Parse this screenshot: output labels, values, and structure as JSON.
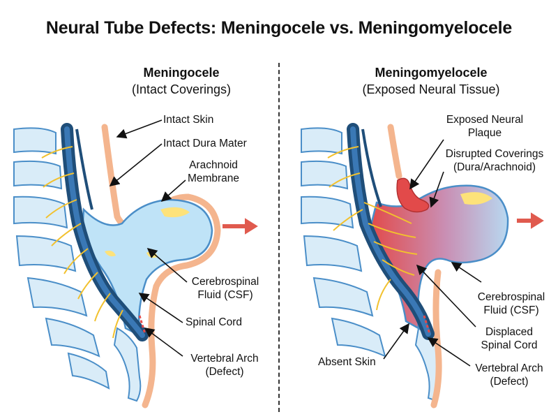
{
  "title": "Neural Tube Defects: Meningocele vs. Meningomyelocele",
  "left": {
    "title": "Meningocele",
    "subtitle": "(Intact Coverings)",
    "labels": {
      "intact_skin": "Intact Skin",
      "intact_dura": "Intact Dura Mater",
      "arachnoid_1": "Arachnoid",
      "arachnoid_2": "Membrane",
      "csf_1": "Cerebrospinal",
      "csf_2": "Fluid (CSF)",
      "spinal_cord": "Spinal Cord",
      "arch_1": "Vertebral Arch",
      "arch_2": "(Defect)"
    }
  },
  "right": {
    "title": "Meningomyelocele",
    "subtitle": "(Exposed Neural Tissue)",
    "labels": {
      "plaque_1": "Exposed Neural",
      "plaque_2": "Plaque",
      "disrupted_1": "Disrupted Coverings",
      "disrupted_2": "(Dura/Arachnoid)",
      "csf_1": "Cerebrospinal",
      "csf_2": "Fluid (CSF)",
      "displaced_1": "Displaced",
      "displaced_2": "Spinal Cord",
      "absent_skin": "Absent Skin",
      "arch_1": "Vertebral Arch",
      "arch_2": "(Defect)"
    }
  },
  "colors": {
    "skin": "#f4b58e",
    "cord": "#1f4e79",
    "csf": "#bfe3f7",
    "bone": "#d9ecf8",
    "nerve": "#f2c12e",
    "exposed": "#e24a4a",
    "arrow": "#e05a4e"
  }
}
